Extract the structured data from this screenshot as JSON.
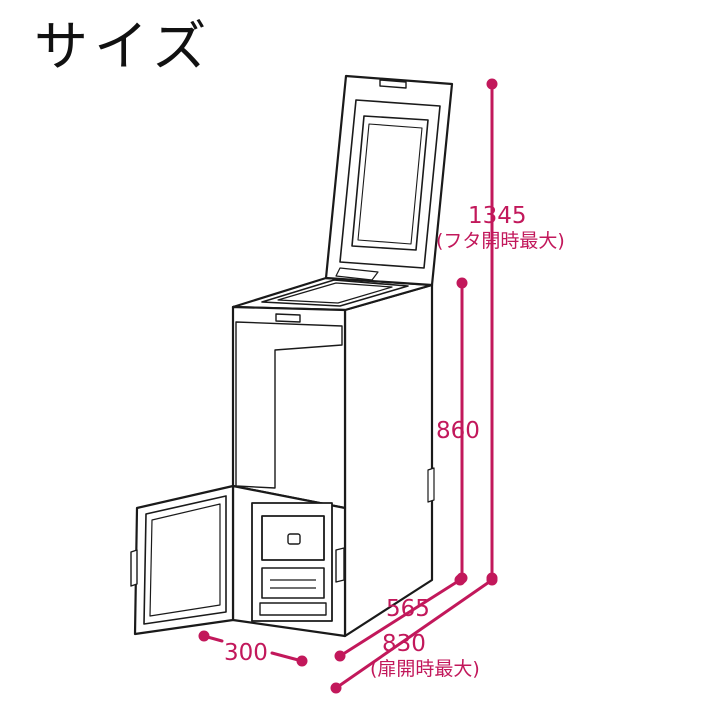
{
  "title": "サイズ",
  "dimensions": {
    "total_height_open": {
      "value": "1345",
      "note": "(フタ開時最大)"
    },
    "body_height": {
      "value": "860"
    },
    "depth": {
      "value": "565"
    },
    "depth_open": {
      "value": "830",
      "note": "(扉開時最大)"
    },
    "width": {
      "value": "300"
    }
  },
  "colors": {
    "dimension": "#c2185b",
    "outline": "#1a1a1a",
    "body_fill": "#ffffff"
  },
  "icons": [
    "rice-storage-cabinet-illustration"
  ]
}
